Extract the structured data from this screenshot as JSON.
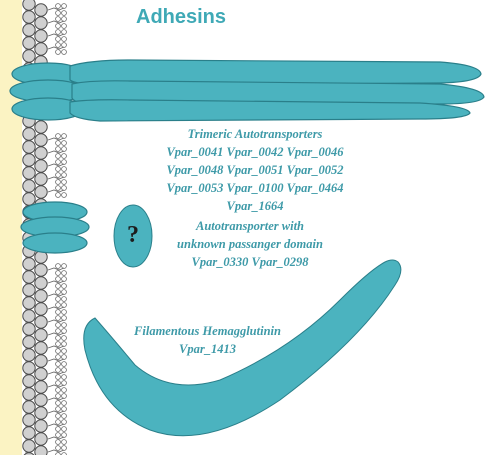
{
  "title": "Adhesins",
  "groups": [
    {
      "heading": "Trimeric Autotransporters",
      "lines": [
        "Vpar_0041 Vpar_0042 Vpar_0046",
        "Vpar_0048 Vpar_0051 Vpar_0052",
        "Vpar_0053 Vpar_0100 Vpar_0464",
        "Vpar_1664"
      ]
    },
    {
      "heading": "Autotransporter with",
      "lines": [
        "unknown passanger domain",
        "Vpar_0330 Vpar_0298"
      ]
    },
    {
      "heading": "Filamentous Hemagglutinin",
      "lines": [
        "Vpar_1413"
      ]
    }
  ],
  "unknown_symbol": "?",
  "colors": {
    "teal": "#4bb3bf",
    "teal_dark": "#2f8c98",
    "membrane_bg": "#fbf3c3",
    "lipid_head": "#cfcfcf",
    "label": "#3e9aa8"
  }
}
